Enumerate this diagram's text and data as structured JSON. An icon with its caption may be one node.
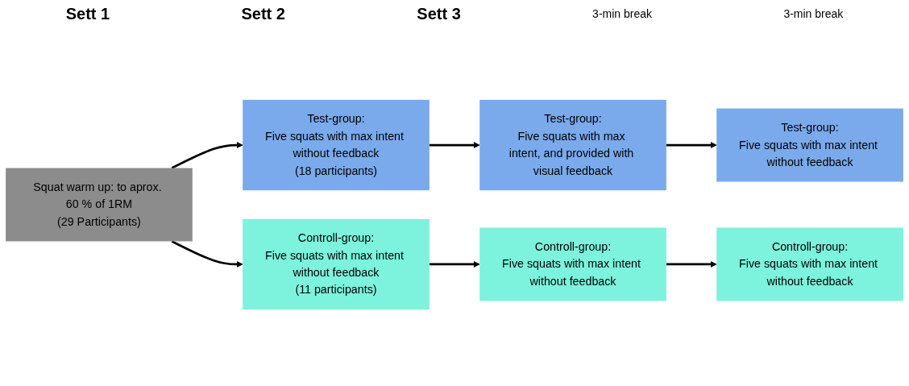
{
  "diagram": {
    "nodes": [
      {
        "text": [
          "Squat warm up: to aprox. 60 % of 1RM",
          "(29 Participants)"
        ]
      },
      {
        "text": [
          "Test-group:",
          "Five squats with max intent without feedback",
          "(18 participants)"
        ]
      },
      {
        "text": [
          "Controll-group:",
          "Five squats with max intent without feedback",
          "(11 participants)"
        ]
      },
      {
        "text": [
          "Test-group:",
          "Five squats with max intent, and provided with visual feedback"
        ]
      },
      {
        "text": [
          "Controll-group:",
          "Five squats with max intent without feedback"
        ]
      },
      {
        "text": [
          "Test-group:",
          "Five squats with max intent without feedback"
        ]
      },
      {
        "text": [
          "Controll-group:",
          "Five squats with max intent without feedback"
        ]
      }
    ],
    "edges": [
      {
        "from": 0,
        "to": 1,
        "arrow": "to"
      },
      {
        "from": 0,
        "to": 2,
        "arrow": "to"
      },
      {
        "from": 1,
        "to": 3,
        "arrow": "to"
      },
      {
        "from": 2,
        "to": 4,
        "arrow": "to"
      },
      {
        "from": 3,
        "to": 5,
        "arrow": "to"
      },
      {
        "from": 4,
        "to": 6,
        "arrow": "to"
      }
    ],
    "labels": [
      "Sett 1",
      "Sett 2",
      "Sett 3",
      "3-min break",
      "3-min break"
    ]
  }
}
